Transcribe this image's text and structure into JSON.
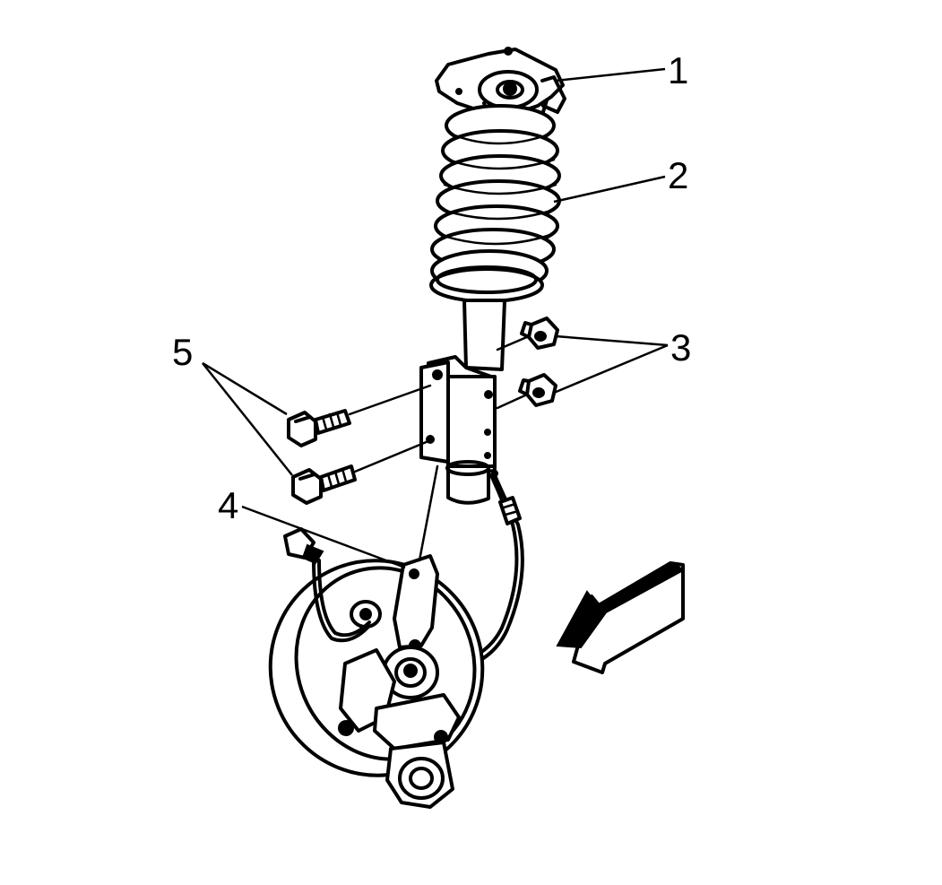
{
  "callouts": {
    "c1": "1",
    "c2": "2",
    "c3": "3",
    "c4": "4",
    "c5": "5"
  },
  "icons": {
    "direction": "front-direction-arrow-icon"
  },
  "colors": {
    "ink": "#000000",
    "paper": "#ffffff"
  }
}
